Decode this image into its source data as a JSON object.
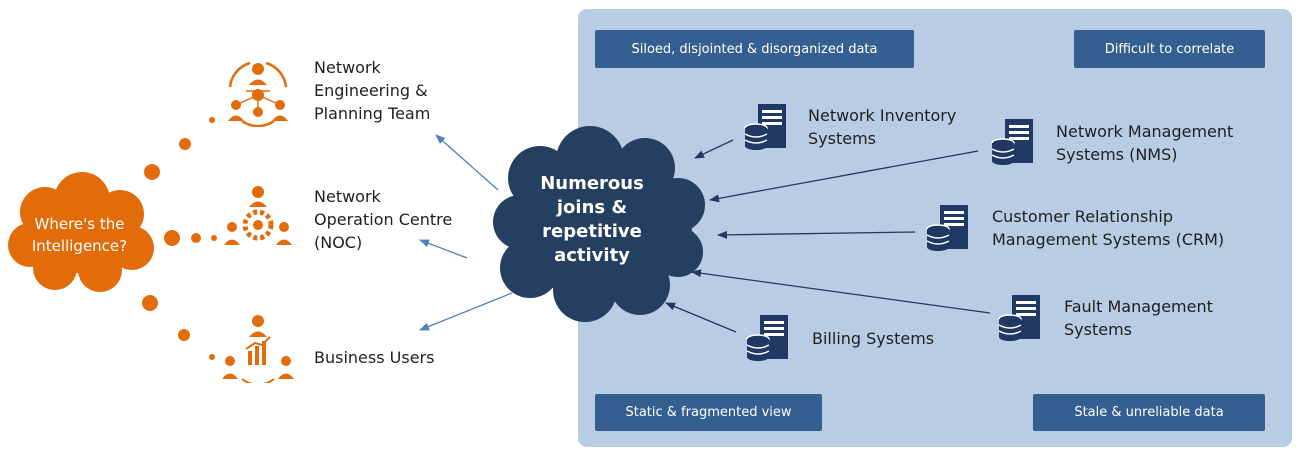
{
  "question_bubble": {
    "text": "Where's the\nIntelligence?"
  },
  "hub": {
    "text": "Numerous\njoins &\nrepetitive\nactivity"
  },
  "teams": [
    {
      "label": "Network\nEngineering &\nPlanning Team",
      "icon": "team-network-icon"
    },
    {
      "label": "Network\nOperation Centre\n(NOC)",
      "icon": "team-gear-icon"
    },
    {
      "label": "Business Users",
      "icon": "team-chart-icon"
    }
  ],
  "systems": [
    {
      "label": "Network Inventory\nSystems",
      "icon": "server-database-icon"
    },
    {
      "label": "Network Management\nSystems (NMS)",
      "icon": "server-database-icon"
    },
    {
      "label": "Customer Relationship\nManagement Systems (CRM)",
      "icon": "server-database-icon"
    },
    {
      "label": "Fault Management\nSystems",
      "icon": "server-database-icon"
    },
    {
      "label": "Billing Systems",
      "icon": "server-database-icon"
    }
  ],
  "tags": {
    "top_left": "Siloed, disjointed & disorganized data",
    "top_right": "Difficult to correlate",
    "bottom_left": "Static & fragmented view",
    "bottom_right": "Stale & unreliable data"
  },
  "colors": {
    "orange": "#e36c0a",
    "hub_navy": "#243f60",
    "panel": "#b8cce4",
    "tag": "#365f91",
    "arrow": "#4f81bd",
    "icon_navy": "#1f3864"
  }
}
